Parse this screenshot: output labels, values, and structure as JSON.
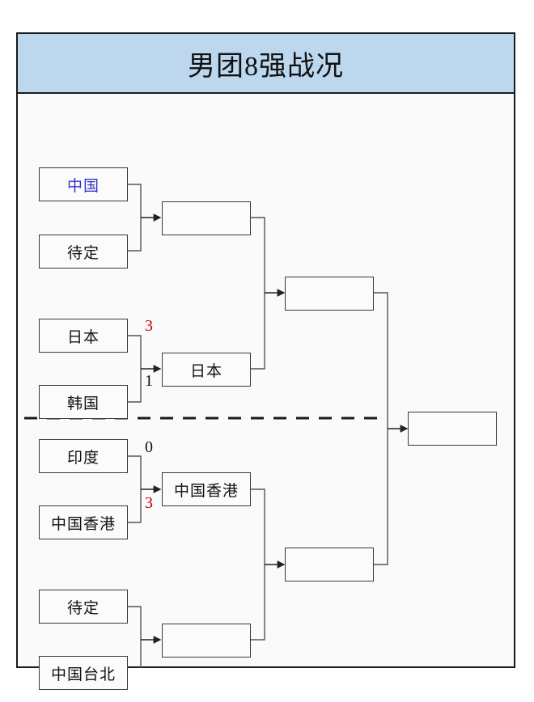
{
  "header": {
    "title": "男团8强战况",
    "background_color": "#BDD7EE"
  },
  "colors": {
    "winner_score": "#C00000",
    "loser_score": "#111111",
    "highlight_team": "#3333CC",
    "box_border": "#3A3A3A",
    "frame_border": "#1A1A1A"
  },
  "bracket": {
    "quarterfinals": [
      {
        "slot": "qf1-top",
        "label": "中国",
        "highlight": true
      },
      {
        "slot": "qf1-bottom",
        "label": "待定",
        "highlight": false
      },
      {
        "slot": "qf2-top",
        "label": "日本",
        "highlight": false
      },
      {
        "slot": "qf2-bottom",
        "label": "韩国",
        "highlight": false
      },
      {
        "slot": "qf3-top",
        "label": "印度",
        "highlight": false
      },
      {
        "slot": "qf3-bottom",
        "label": "中国香港",
        "highlight": false
      },
      {
        "slot": "qf4-top",
        "label": "待定",
        "highlight": false
      },
      {
        "slot": "qf4-bottom",
        "label": "中国台北",
        "highlight": false
      }
    ],
    "quarterfinal_scores": [
      {
        "match": "qf2",
        "top_score": "3",
        "top_result": "win",
        "bottom_score": "1",
        "bottom_result": "lose"
      },
      {
        "match": "qf3",
        "top_score": "0",
        "top_result": "lose",
        "bottom_score": "3",
        "bottom_result": "win"
      }
    ],
    "semifinal_slots": [
      {
        "slot": "sf1",
        "label": ""
      },
      {
        "slot": "sf2",
        "label": "日本"
      },
      {
        "slot": "sf3",
        "label": "中国香港"
      },
      {
        "slot": "sf4",
        "label": ""
      }
    ],
    "final_four_slots": [
      {
        "slot": "ff-top",
        "label": ""
      },
      {
        "slot": "ff-bottom",
        "label": ""
      }
    ],
    "champion_slot": {
      "slot": "final",
      "label": ""
    }
  }
}
